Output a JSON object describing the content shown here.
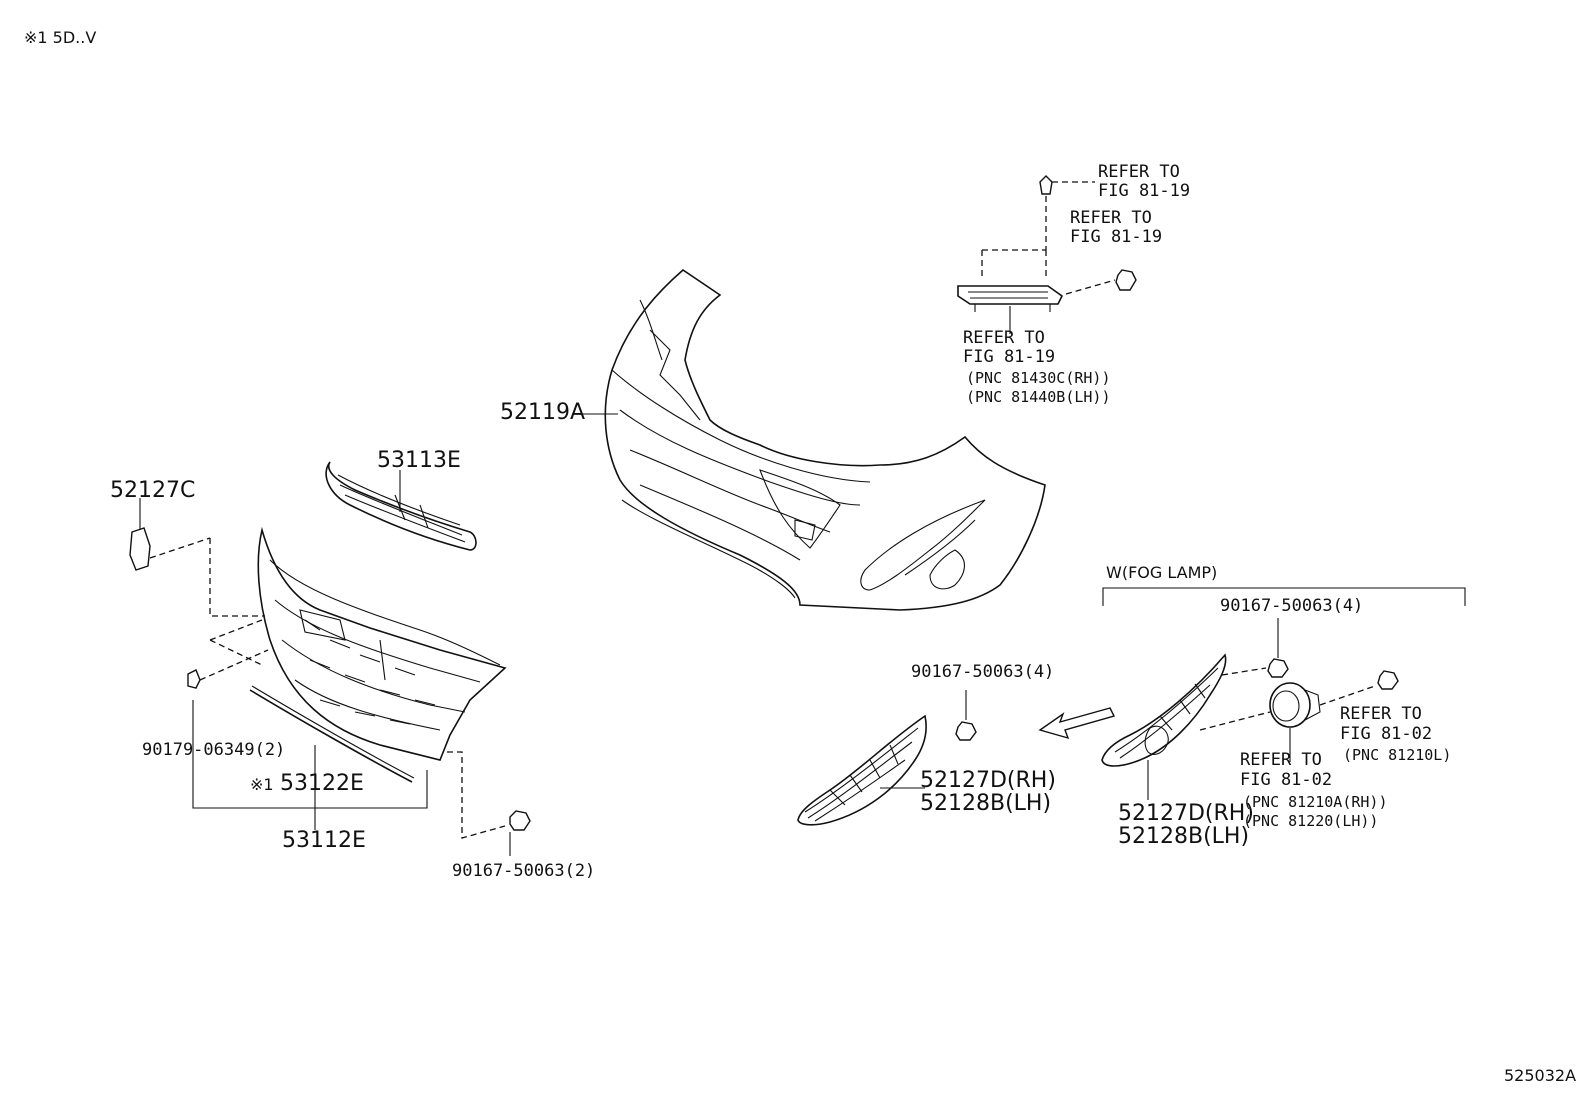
{
  "header_note": "※1 5D..V",
  "figure_id": "525032A",
  "labels": {
    "p52119A": "52119A",
    "p53113E": "53113E",
    "p52127C": "52127C",
    "p90179": "90179-06349(2)",
    "p53122E_mark": "※1",
    "p53122E": "53122E",
    "p53112E": "53112E",
    "p90167_bottom": "90167-50063(2)",
    "p90167_mid": "90167-50063(4)",
    "p52127D_mid": "52127D(RH)",
    "p52128B_mid": "52128B(LH)",
    "fog_group": "W(FOG LAMP)",
    "p90167_fog": "90167-50063(4)",
    "p52127D_fog": "52127D(RH)",
    "p52128B_fog": "52128B(LH)"
  },
  "refs": {
    "top_clip_line1": "REFER TO",
    "top_clip_line2": "FIG 81-19",
    "top_screw_line1": "REFER TO",
    "top_screw_line2": "FIG 81-19",
    "lamp_line1": "REFER TO",
    "lamp_line2": "FIG 81-19",
    "lamp_pnc_rh": "(PNC 81430C(RH))",
    "lamp_pnc_lh": "(PNC 81440B(LH))",
    "fog_screw_line1": "REFER TO",
    "fog_screw_line2": "FIG 81-02",
    "fog_screw_pnc": "(PNC 81210L)",
    "fog_lamp_line1": "REFER TO",
    "fog_lamp_line2": "FIG 81-02",
    "fog_lamp_pnc_rh": "(PNC 81210A(RH))",
    "fog_lamp_pnc_lh": "(PNC 81220(LH))"
  }
}
